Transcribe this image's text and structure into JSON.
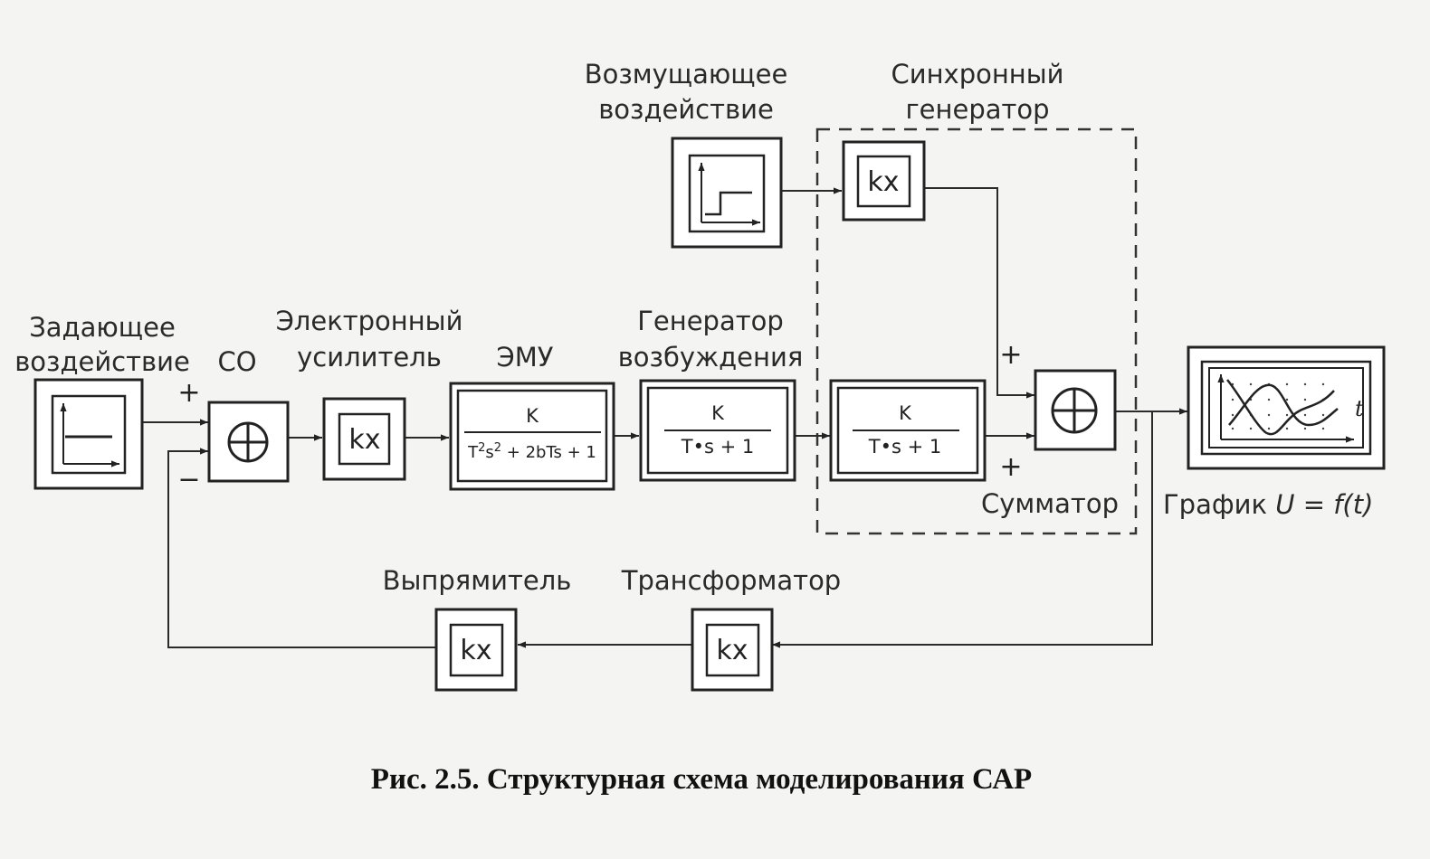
{
  "diagram": {
    "labels": {
      "zadayushchee_1": "Задающее",
      "zadayushchee_2": "воздействие",
      "co": "СО",
      "amp_1": "Электронный",
      "amp_2": "усилитель",
      "emu": "ЭМУ",
      "gen_1": "Генератор",
      "gen_2": "возбуждения",
      "dist_1": "Возмущающее",
      "dist_2": "воздействие",
      "sync_1": "Синхронный",
      "sync_2": "генератор",
      "summator": "Сумматор",
      "graph_prefix": "График ",
      "graph_formula": "U = f(t)",
      "rectifier": "Выпрямитель",
      "transformer": "Трансформатор"
    },
    "blocks": {
      "gain": "kx",
      "emu_num": "K",
      "emu_den_a": "T",
      "emu_den_sup1": "2",
      "emu_den_b": "s",
      "emu_den_sup2": "2",
      "emu_den_c": " + 2bTs + 1",
      "gen_num": "K",
      "gen_den": "T•s + 1",
      "sync_num": "K",
      "sync_den": "T•s + 1",
      "graph_axis": "t"
    },
    "signs": {
      "co_plus": "+",
      "co_minus": "−",
      "sum_plus_top": "+",
      "sum_plus_bottom": "+"
    },
    "caption": "Рис. 2.5. Структурная схема моделирования САР"
  }
}
